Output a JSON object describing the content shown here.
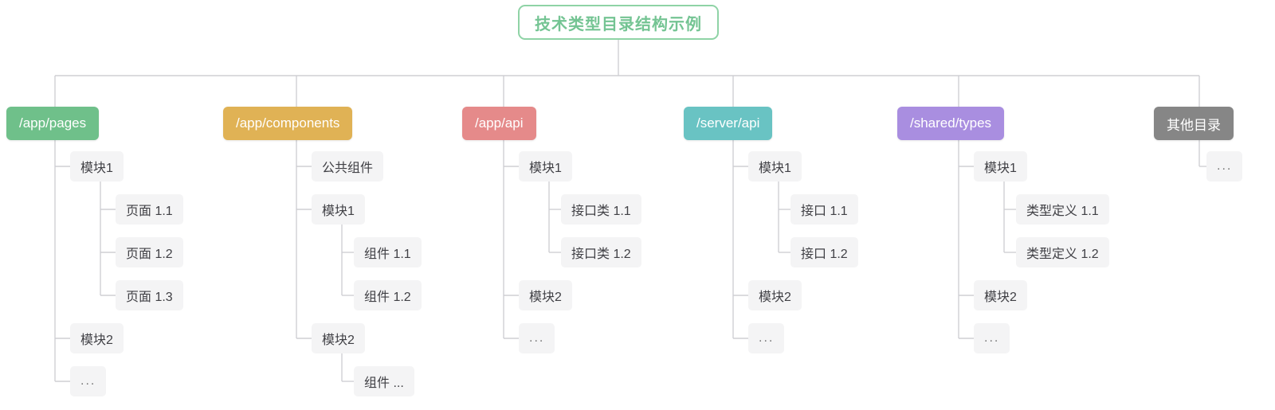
{
  "diagram": {
    "title": "技术类型目录结构示例",
    "title_color": "#74c493",
    "border_color": "#8fd3a6",
    "line_color": "#cfcfd4",
    "node_bg": "#f4f4f5",
    "node_text_color": "#404045"
  },
  "columns": [
    {
      "label": "/app/pages",
      "color": "#6fc08a",
      "children": [
        {
          "label": "模块1",
          "children": [
            {
              "label": "页面 1.1"
            },
            {
              "label": "页面 1.2"
            },
            {
              "label": "页面 1.3"
            }
          ]
        },
        {
          "label": "模块2",
          "children": []
        },
        {
          "label": "...",
          "children": []
        }
      ]
    },
    {
      "label": "/app/components",
      "color": "#e0b255",
      "children": [
        {
          "label": "公共组件",
          "children": []
        },
        {
          "label": "模块1",
          "children": [
            {
              "label": "组件 1.1"
            },
            {
              "label": "组件 1.2"
            }
          ]
        },
        {
          "label": "模块2",
          "children": [
            {
              "label": "组件 ..."
            }
          ]
        }
      ]
    },
    {
      "label": "/app/api",
      "color": "#e58a8a",
      "children": [
        {
          "label": "模块1",
          "children": [
            {
              "label": "接口类 1.1"
            },
            {
              "label": "接口类 1.2"
            }
          ]
        },
        {
          "label": "模块2",
          "children": []
        },
        {
          "label": "...",
          "children": []
        }
      ]
    },
    {
      "label": "/server/api",
      "color": "#69c3c3",
      "children": [
        {
          "label": "模块1",
          "children": [
            {
              "label": "接口 1.1"
            },
            {
              "label": "接口 1.2"
            }
          ]
        },
        {
          "label": "模块2",
          "children": []
        },
        {
          "label": "...",
          "children": []
        }
      ]
    },
    {
      "label": "/shared/types",
      "color": "#a98ee0",
      "children": [
        {
          "label": "模块1",
          "children": [
            {
              "label": "类型定义 1.1"
            },
            {
              "label": "类型定义 1.2"
            }
          ]
        },
        {
          "label": "模块2",
          "children": []
        },
        {
          "label": "...",
          "children": []
        }
      ]
    },
    {
      "label": "其他目录",
      "color": "#868686",
      "children": [
        {
          "label": "...",
          "children": []
        }
      ]
    }
  ]
}
